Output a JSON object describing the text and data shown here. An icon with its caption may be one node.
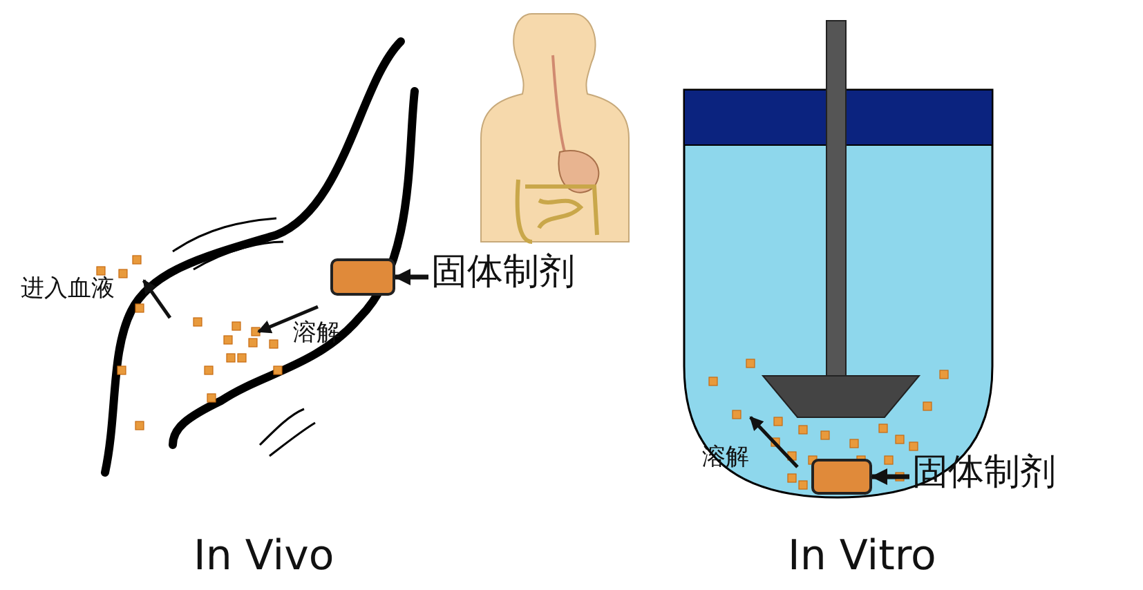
{
  "diagram": {
    "nodes": [
      {
        "text": [],
        "shape": "box"
      },
      {
        "text": [
          "固体制剂"
        ]
      },
      {
        "text": [],
        "shape": "box"
      },
      {
        "text": [
          "固体制剂"
        ]
      }
    ],
    "edges": [
      {
        "from": 1,
        "to": 0,
        "arrow": "to"
      },
      {
        "from": 3,
        "to": 2,
        "arrow": "to"
      }
    ],
    "labels": [
      "进入血液",
      "溶解",
      "溶解",
      "In Vivo",
      "In Vitro"
    ]
  }
}
